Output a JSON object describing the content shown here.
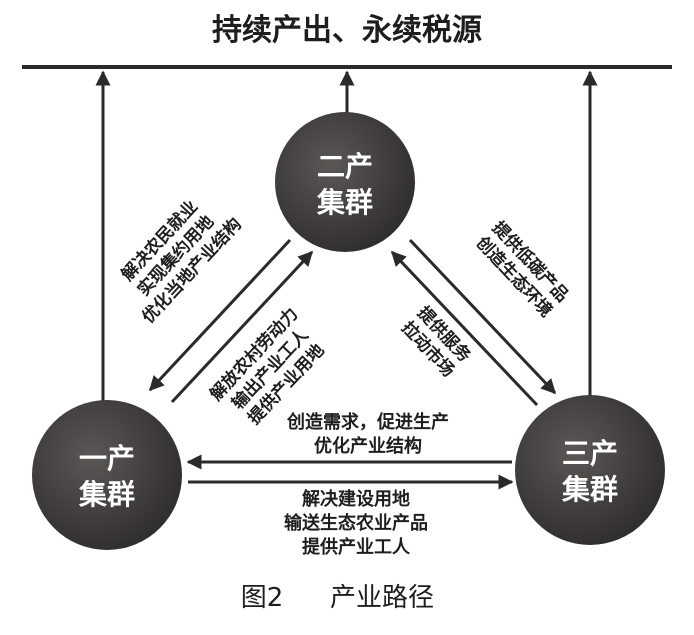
{
  "header": {
    "title": "持续产出、永续税源"
  },
  "nodes": {
    "secondary": {
      "line1": "二产",
      "line2": "集群"
    },
    "primary": {
      "line1": "一产",
      "line2": "集群"
    },
    "tertiary": {
      "line1": "三产",
      "line2": "集群"
    }
  },
  "labels": {
    "secondary_to_primary": [
      "解决农民就业",
      "实现集约用地",
      "优化当地产业结构"
    ],
    "primary_to_secondary": [
      "解放农村劳动力",
      "输出产业工人",
      "提供产业用地"
    ],
    "secondary_to_tertiary": [
      "提供低碳产品",
      "创造生态环境"
    ],
    "tertiary_to_secondary": [
      "提供服务",
      "拉动市场"
    ],
    "tertiary_to_primary": [
      "创造需求，促进生产",
      "优化产业结构"
    ],
    "primary_to_tertiary": [
      "解决建设用地",
      "输送生态农业产品",
      "提供产业工人"
    ]
  },
  "caption": {
    "figure_no": "图2",
    "title": "产业路径"
  },
  "colors": {
    "node_fill": "#3b3937",
    "line": "#2a2a2a",
    "text": "#1e1e1e",
    "node_text": "#ffffff"
  }
}
